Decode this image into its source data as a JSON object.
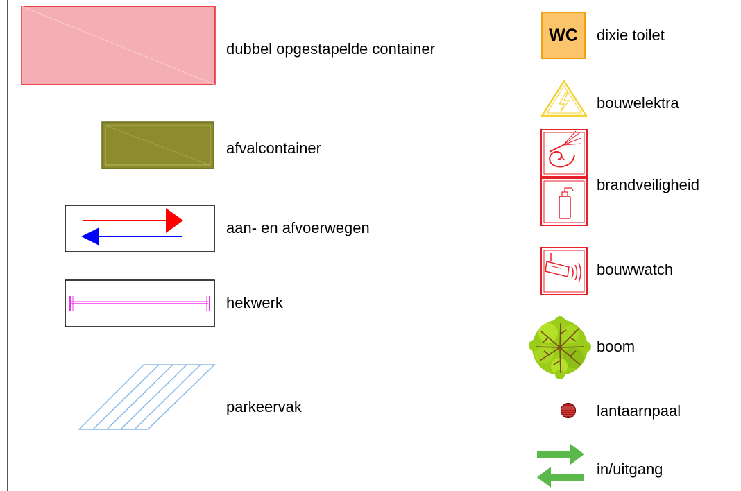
{
  "legend": {
    "left": [
      {
        "label": "dubbel opgestapelde container",
        "icon": "stacked-container-icon"
      },
      {
        "label": "afvalcontainer",
        "icon": "waste-container-icon"
      },
      {
        "label": "aan- en afvoerwegen",
        "icon": "access-routes-icon"
      },
      {
        "label": "hekwerk",
        "icon": "fence-icon"
      },
      {
        "label": "parkeervak",
        "icon": "parking-space-icon"
      }
    ],
    "right": [
      {
        "label": "dixie toilet",
        "icon": "wc-icon",
        "icon_text": "WC"
      },
      {
        "label": "bouwelektra",
        "icon": "electricity-warning-icon"
      },
      {
        "label": "brandveiligheid",
        "icon": "fire-safety-icon"
      },
      {
        "label": "bouwwatch",
        "icon": "camera-icon"
      },
      {
        "label": "boom",
        "icon": "tree-icon"
      },
      {
        "label": "lantaarnpaal",
        "icon": "street-lamp-icon"
      },
      {
        "label": "in/uitgang",
        "icon": "entrance-exit-icon"
      }
    ]
  },
  "colors": {
    "container_fill": "#f5aeb3",
    "container_stroke": "#e8202a",
    "waste_fill": "#8c8c2e",
    "route_in": "#ff0000",
    "route_out": "#0000ff",
    "fence": "#ee33ee",
    "parking": "#88b8e8",
    "wc_fill": "#fbc46a",
    "wc_stroke": "#f0a010",
    "electra": "#f2d230",
    "safety_red": "#e8202a",
    "tree": "#9bcc1a",
    "lamp": "#b01818",
    "arrow_green": "#5ab94a"
  }
}
